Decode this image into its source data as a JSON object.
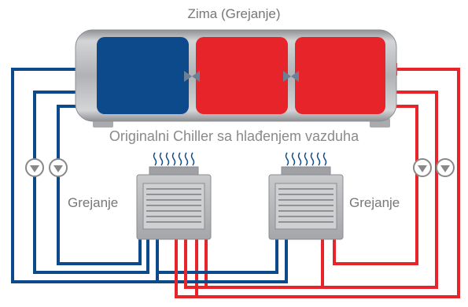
{
  "title": "Zima (Grejanje)",
  "subtitle": "Originalni Chiller sa hlađenjem vazduha",
  "unit_label_left": "Grejanje",
  "unit_label_right": "Grejanje",
  "colors": {
    "cold": "#0d4a8c",
    "hot": "#e8242b",
    "tank": "#a9abae",
    "unit": "#b4b6b8",
    "text": "#777777"
  },
  "icons": [
    "tank",
    "valve-icon",
    "pump-icon",
    "heat-waves-icon",
    "air-unit-icon",
    "flow-arrow-icon"
  ]
}
